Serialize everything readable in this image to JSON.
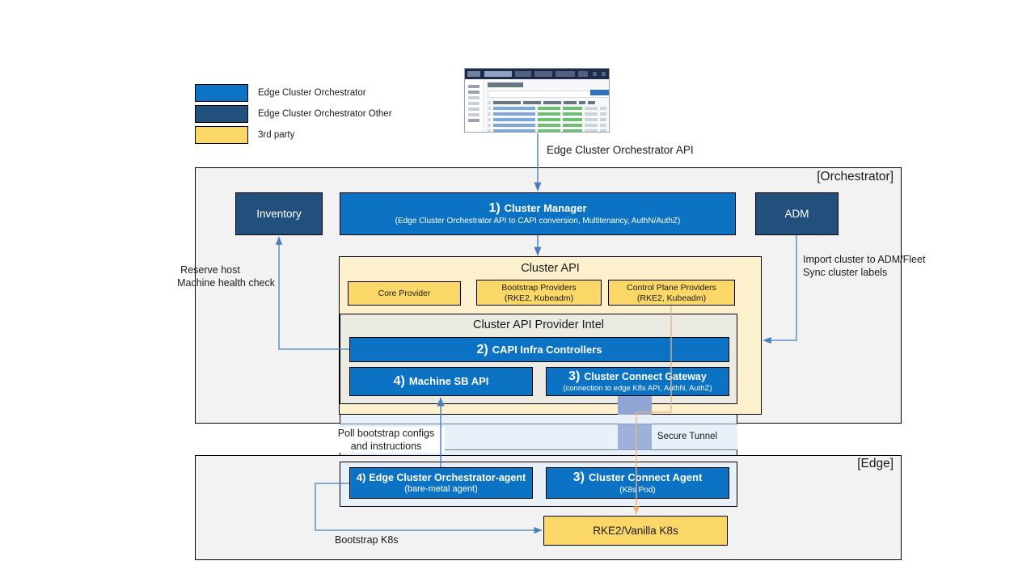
{
  "legend": {
    "items": [
      {
        "label": "Edge Cluster Orchestrator",
        "color": "#0b72c4"
      },
      {
        "label": "Edge Cluster Orchestrator Other",
        "color": "#21507c"
      },
      {
        "label": "3rd party",
        "color": "#fbd767"
      }
    ]
  },
  "thumbnail": {
    "alt": "Edge Cluster Orchestrator web console screenshot",
    "page_title": "Cluster List"
  },
  "top_api_label": "Edge Cluster Orchestrator API",
  "orchestrator": {
    "zone_label": "[Orchestrator]",
    "inventory": {
      "title": "Inventory"
    },
    "adm": {
      "title": "ADM"
    },
    "cluster_manager": {
      "number": "1)",
      "title": "Cluster Manager",
      "subtitle": "(Edge Cluster Orchestrator API to CAPI conversion, Multitenancy, AuthN/AuthZ)"
    },
    "cluster_api": {
      "title": "Cluster API",
      "providers": [
        {
          "title": "Core Provider",
          "subtitle": ""
        },
        {
          "title": "Bootstrap Providers",
          "subtitle": "(RKE2, Kubeadm)"
        },
        {
          "title": "Control Plane Providers",
          "subtitle": "(RKE2, Kubeadm)"
        }
      ],
      "provider_intel": {
        "title": "Cluster API Provider Intel",
        "boxes": [
          {
            "number": "2)",
            "title": "CAPI Infra Controllers",
            "subtitle": ""
          },
          {
            "number": "4)",
            "title": "Machine SB API",
            "subtitle": ""
          },
          {
            "number": "3)",
            "title": "Cluster Connect Gateway",
            "subtitle": "(connection to edge K8s API, AuthN, AuthZ)"
          }
        ]
      }
    }
  },
  "edge": {
    "zone_label": "[Edge]",
    "boxes": [
      {
        "number": "4)",
        "title": "Edge Cluster Orchestrator-agent",
        "subtitle": "(bare-metal agent)"
      },
      {
        "number": "3)",
        "title": "Cluster Connect Agent",
        "subtitle": "(K8s Pod)"
      }
    ],
    "k8s": {
      "title": "RKE2/Vanilla K8s"
    }
  },
  "tunnel": {
    "label": "Secure Tunnel"
  },
  "annotations": {
    "reserve_host": "Reserve host\nMachine health check",
    "reserve_host_line1": "Reserve host",
    "reserve_host_line2": "Machine health check",
    "import_cluster_line1": "Import cluster to ADM/Fleet",
    "import_cluster_line2": "Sync cluster labels",
    "poll_bootstrap_line1": "Poll bootstrap configs",
    "poll_bootstrap_line2": "and instructions",
    "bootstrap_k8s": "Bootstrap K8s"
  },
  "colors": {
    "blue": "#0b72c4",
    "navy": "#21507c",
    "yellow": "#fbd767",
    "panel_yellow": "#fdf0cd",
    "panel_grey": "#ebebe2",
    "zone_grey": "#f2f2f2",
    "arrow_blue": "#4a7ebb",
    "arrow_peach": "#f0b080",
    "tunnel_blue": "#8fa6d4"
  }
}
